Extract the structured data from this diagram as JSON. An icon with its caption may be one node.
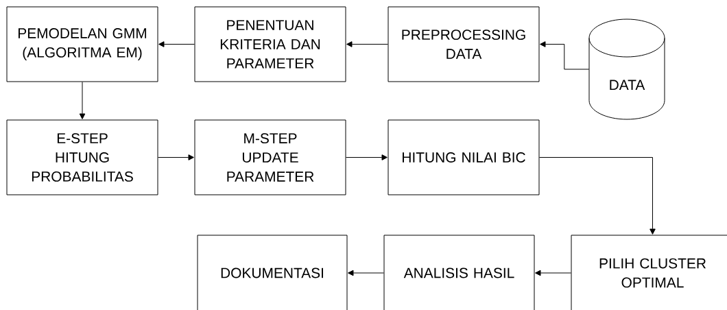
{
  "diagram": {
    "nodes": [
      {
        "text": [
          "PEMODELAN GMM (ALGORITMA EM)"
        ]
      },
      {
        "text": [
          "PENENTUAN KRITERIA DAN PARAMETER"
        ]
      },
      {
        "text": [
          "PREPROCESSING DATA"
        ]
      },
      {
        "text": [
          "DATA"
        ]
      },
      {
        "text": [
          "E-STEP HITUNG PROBABILITAS"
        ]
      },
      {
        "text": [
          "M-STEP UPDATE PARAMETER"
        ]
      },
      {
        "text": [
          "HITUNG NILAI BIC"
        ]
      },
      {
        "text": [
          "PILIH CLUSTER OPTIMAL"
        ]
      },
      {
        "text": [
          "ANALISIS HASIL"
        ]
      },
      {
        "text": [
          "DOKUMENTASI"
        ]
      }
    ],
    "edges": [
      {
        "from": 3,
        "to": 2,
        "arrow": "to"
      },
      {
        "from": 2,
        "to": 1,
        "arrow": "to"
      },
      {
        "from": 1,
        "to": 0,
        "arrow": "to"
      },
      {
        "from": 0,
        "to": 4,
        "arrow": "to"
      },
      {
        "from": 4,
        "to": 5,
        "arrow": "to"
      },
      {
        "from": 5,
        "to": 6,
        "arrow": "to"
      },
      {
        "from": 6,
        "to": 7,
        "arrow": "to"
      },
      {
        "from": 7,
        "to": 8,
        "arrow": "to"
      },
      {
        "from": 8,
        "to": 9,
        "arrow": "to"
      }
    ]
  }
}
